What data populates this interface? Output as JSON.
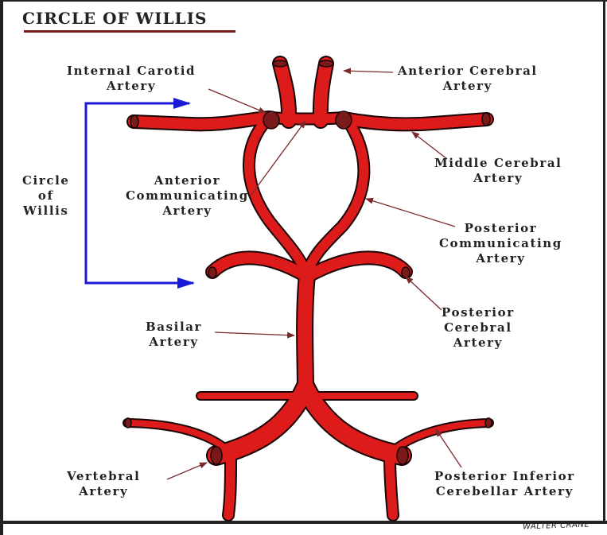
{
  "title": "CIRCLE OF WILLIS",
  "labels": {
    "internal_carotid": [
      "Internal Carotid",
      "Artery"
    ],
    "anterior_cerebral": [
      "Anterior Cerebral",
      "Artery"
    ],
    "middle_cerebral": [
      "Middle Cerebral",
      "Artery"
    ],
    "anterior_communicating": [
      "Anterior",
      "Communicating",
      "Artery"
    ],
    "posterior_communicating": [
      "Posterior",
      "Communicating",
      "Artery"
    ],
    "circle_of_willis": [
      "Circle",
      "of",
      "Willis"
    ],
    "posterior_cerebral": [
      "Posterior",
      "Cerebral",
      "Artery"
    ],
    "basilar": [
      "Basilar",
      "Artery"
    ],
    "vertebral": [
      "Vertebral",
      "Artery"
    ],
    "posterior_inferior_cerebellar": [
      "Posterior Inferior",
      "Cerebellar Artery"
    ]
  },
  "signature": "WALTER CRANE",
  "colors": {
    "artery": "#dd1b1b",
    "artery_outline": "#1a0505",
    "junction": "#7a1a1a",
    "pointer": "#7a2a2a",
    "bracket": "#1a1ad6"
  }
}
